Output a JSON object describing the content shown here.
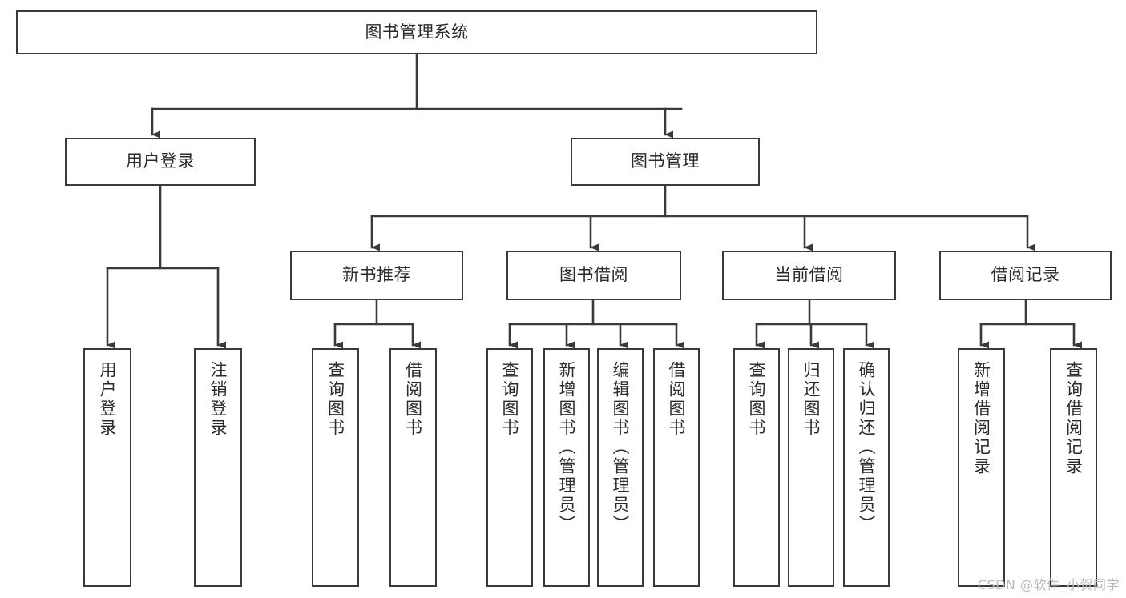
{
  "diagram": {
    "title": "图书管理系统",
    "type": "tree-hierarchy",
    "watermark": "CSDN @软件_小贺同学",
    "colors": {
      "background": "#ffffff",
      "box_border": "#3a3a3a",
      "box_fill": "#ffffff",
      "text": "#2b2b2b",
      "connector": "#3a3a3a",
      "watermark": "#b9b9b9"
    },
    "levels": {
      "root": {
        "label": "图书管理系统"
      },
      "level2": [
        {
          "label": "用户登录"
        },
        {
          "label": "图书管理"
        }
      ],
      "level3": [
        {
          "label": "新书推荐"
        },
        {
          "label": "图书借阅"
        },
        {
          "label": "当前借阅"
        },
        {
          "label": "借阅记录"
        }
      ],
      "leaves_user_login": [
        {
          "label": "用户登录"
        },
        {
          "label": "注销登录"
        }
      ],
      "leaves_new_book": [
        {
          "label": "查询图书"
        },
        {
          "label": "借阅图书"
        }
      ],
      "leaves_borrow": [
        {
          "label": "查询图书"
        },
        {
          "label": "新增图书（管理员）"
        },
        {
          "label": "编辑图书（管理员）"
        },
        {
          "label": "借阅图书"
        }
      ],
      "leaves_current": [
        {
          "label": "查询图书"
        },
        {
          "label": "归还图书"
        },
        {
          "label": "确认归还（管理员）"
        }
      ],
      "leaves_records": [
        {
          "label": "新增借阅记录"
        },
        {
          "label": "查询借阅记录"
        }
      ]
    }
  }
}
